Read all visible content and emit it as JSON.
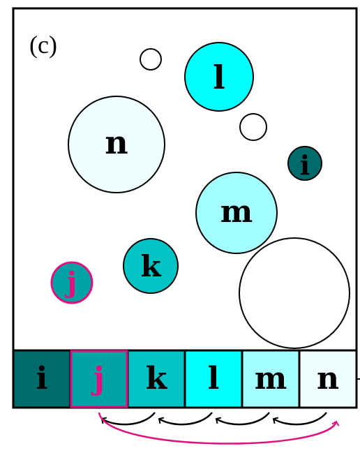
{
  "panel_label": "(c)",
  "circles": [
    {
      "label": "",
      "fill": "#ffffff"
    },
    {
      "label": "l",
      "fill": "#00ffff"
    },
    {
      "label": "",
      "fill": "#ffffff"
    },
    {
      "label": "n",
      "fill": "#effefe"
    },
    {
      "label": "i",
      "fill": "#006b6b"
    },
    {
      "label": "m",
      "fill": "#a3ffff"
    },
    {
      "label": "k",
      "fill": "#00c4c4"
    },
    {
      "label": "j",
      "fill": "#00a3a3",
      "highlight": "#e0117f"
    },
    {
      "label": "",
      "fill": "#ffffff"
    }
  ],
  "array": [
    {
      "label": "i",
      "fill": "#006b6b"
    },
    {
      "label": "j",
      "fill": "#00a3a3",
      "highlight": "#e0117f"
    },
    {
      "label": "k",
      "fill": "#00c4c4"
    },
    {
      "label": "l",
      "fill": "#00ffff"
    },
    {
      "label": "m",
      "fill": "#a3ffff"
    },
    {
      "label": "n",
      "fill": "#effefe"
    }
  ],
  "colors": {
    "highlight": "#e0117f",
    "stroke": "#000000"
  }
}
